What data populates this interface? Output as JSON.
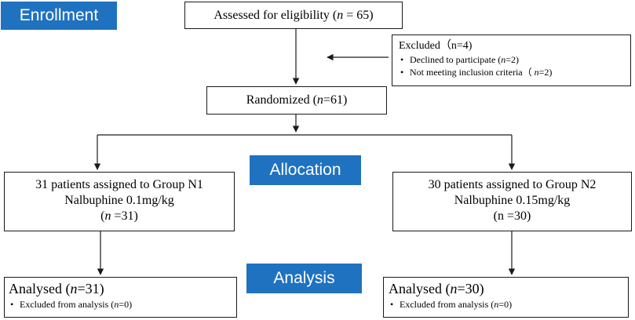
{
  "phases": {
    "enrollment": "Enrollment",
    "allocation": "Allocation",
    "analysis": "Analysis"
  },
  "assessed": {
    "pre": "Assessed for eligibility (",
    "n": "n",
    "post": " = 65)"
  },
  "excluded": {
    "title": "Excluded（n=4)",
    "items": [
      {
        "pre": "Declined to participate (",
        "n": "n",
        "post": "=2)"
      },
      {
        "pre": "Not meeting inclusion criteria（ ",
        "n": "n",
        "post": "=2)"
      }
    ]
  },
  "randomized": {
    "pre": "Randomized (",
    "n": "n",
    "post": "=61)"
  },
  "group_n1": {
    "line1": "31 patients assigned to Group N1",
    "line2": "Nalbuphine 0.1mg/kg",
    "line3_pre": "(",
    "line3_n": "n",
    "line3_post": " =31)"
  },
  "group_n2": {
    "line1": "30 patients assigned to Group N2",
    "line2": "Nalbuphine 0.15mg/kg",
    "line3": "(n =30)"
  },
  "analysed_n1": {
    "pre": "Analysed (",
    "n": "n",
    "post": "=31)",
    "item_pre": "Excluded from analysis (",
    "item_n": "n",
    "item_post": "=0)"
  },
  "analysed_n2": {
    "pre": "Analysed (",
    "n": "n",
    "post": "=30)",
    "item_pre": "Excluded from analysis (",
    "item_n": "n",
    "item_post": "=0)"
  }
}
